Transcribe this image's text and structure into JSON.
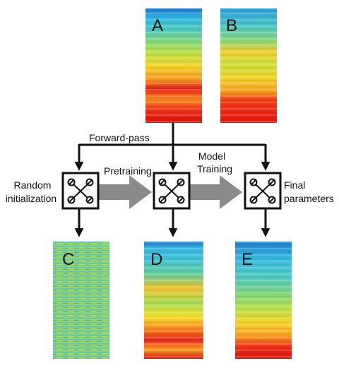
{
  "panels": {
    "A": "A",
    "B": "B",
    "C": "C",
    "D": "D",
    "E": "E"
  },
  "labels": {
    "forward_pass": "Forward-pass",
    "random_initialization_line1": "Random",
    "random_initialization_line2": "initialization",
    "pretraining": "Pretraining",
    "model_training_line1": "Model",
    "model_training_line2": "Training",
    "final_parameters_line1": "Final",
    "final_parameters_line2": "parameters"
  },
  "colors": {
    "heatmap_hot": "#e8190f",
    "heatmap_warm": "#fba11d",
    "heatmap_mid": "#f3ea2a",
    "heatmap_cool": "#6fd18a",
    "heatmap_cold": "#2fbbe3",
    "heatmap_top": "#1a7fd0",
    "arrow_gray": "#8a8a8a",
    "line_black": "#111111"
  }
}
